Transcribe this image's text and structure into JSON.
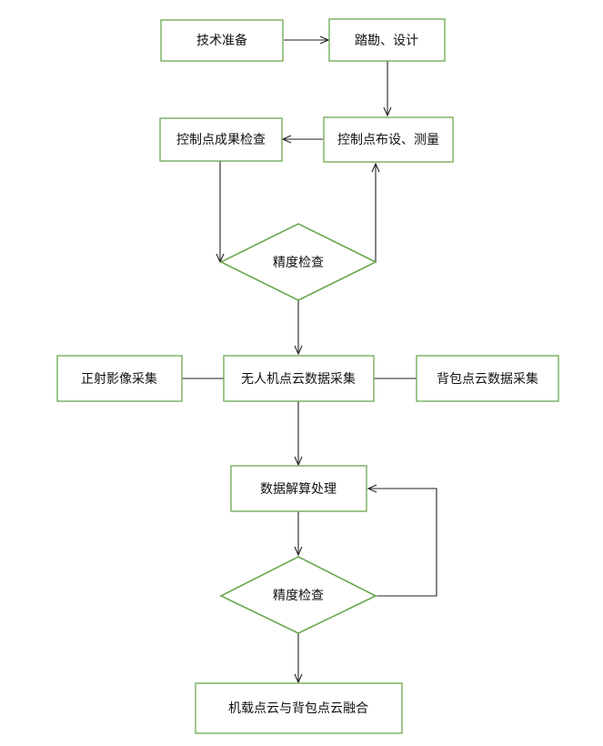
{
  "diagram": {
    "nodes": {
      "tech_prep": "技术准备",
      "survey_design": "踏勘、设计",
      "control_layout": "控制点布设、测量",
      "control_check": "控制点成果检查",
      "accuracy_check_1": "精度检查",
      "uav_collection": "无人机点云数据采集",
      "ortho_collection": "正射影像采集",
      "backpack_collection": "背包点云数据采集",
      "data_processing": "数据解算处理",
      "accuracy_check_2": "精度检查",
      "fusion": "机载点云与背包点云融合"
    },
    "colors": {
      "node_border": "#6aa84f",
      "arrow": "#222222",
      "text": "#111111",
      "background": "#ffffff"
    }
  }
}
